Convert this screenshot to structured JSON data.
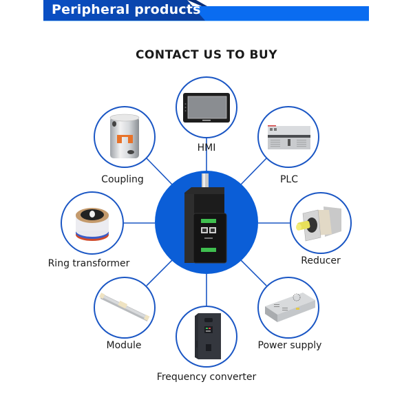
{
  "banner": {
    "title": "Peripheral products",
    "colors": {
      "dark": "#0a47b8",
      "bright": "#0a6cf0",
      "underline": "#9cd0ff"
    }
  },
  "headline": "CONTACT US TO BUY",
  "hub": {
    "product": "Integrated servo motor",
    "color": "#0b5ed7"
  },
  "colors": {
    "line": "#1a56c4",
    "ring": "#1a56c4"
  },
  "products": [
    {
      "id": "hmi",
      "label": "HMI",
      "icon": "hmi-screen-icon"
    },
    {
      "id": "plc",
      "label": "PLC",
      "icon": "plc-controller-icon"
    },
    {
      "id": "reducer",
      "label": "Reducer",
      "icon": "gear-reducer-icon"
    },
    {
      "id": "power-supply",
      "label": "Power supply",
      "icon": "power-supply-icon"
    },
    {
      "id": "frequency-converter",
      "label": "Frequency converter",
      "icon": "frequency-converter-icon"
    },
    {
      "id": "module",
      "label": "Module",
      "icon": "linear-module-icon"
    },
    {
      "id": "ring-transformer",
      "label": "Ring transformer",
      "icon": "toroidal-transformer-icon"
    },
    {
      "id": "coupling",
      "label": "Coupling",
      "icon": "shaft-coupling-icon"
    }
  ]
}
